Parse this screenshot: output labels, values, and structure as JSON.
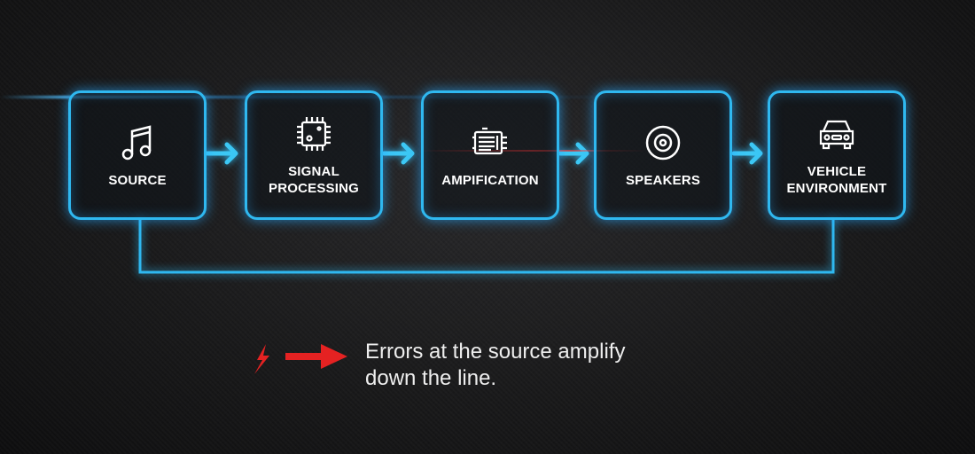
{
  "stages": [
    {
      "label": "SOURCE",
      "icon": "music-note-icon"
    },
    {
      "label": "SIGNAL PROCESSING",
      "icon": "chip-icon"
    },
    {
      "label": "AMPIFICATION",
      "icon": "amplifier-icon"
    },
    {
      "label": "SPEAKERS",
      "icon": "speaker-icon"
    },
    {
      "label": "VEHICLE ENVIRONMENT",
      "icon": "car-icon"
    }
  ],
  "legend": {
    "text": "Errors at the source amplify down the line.",
    "icons": [
      "lightning-icon",
      "red-arrow-icon"
    ]
  },
  "colors": {
    "accent": "#2fb8f0",
    "error": "#e52222",
    "background": "#1a1a1b"
  }
}
